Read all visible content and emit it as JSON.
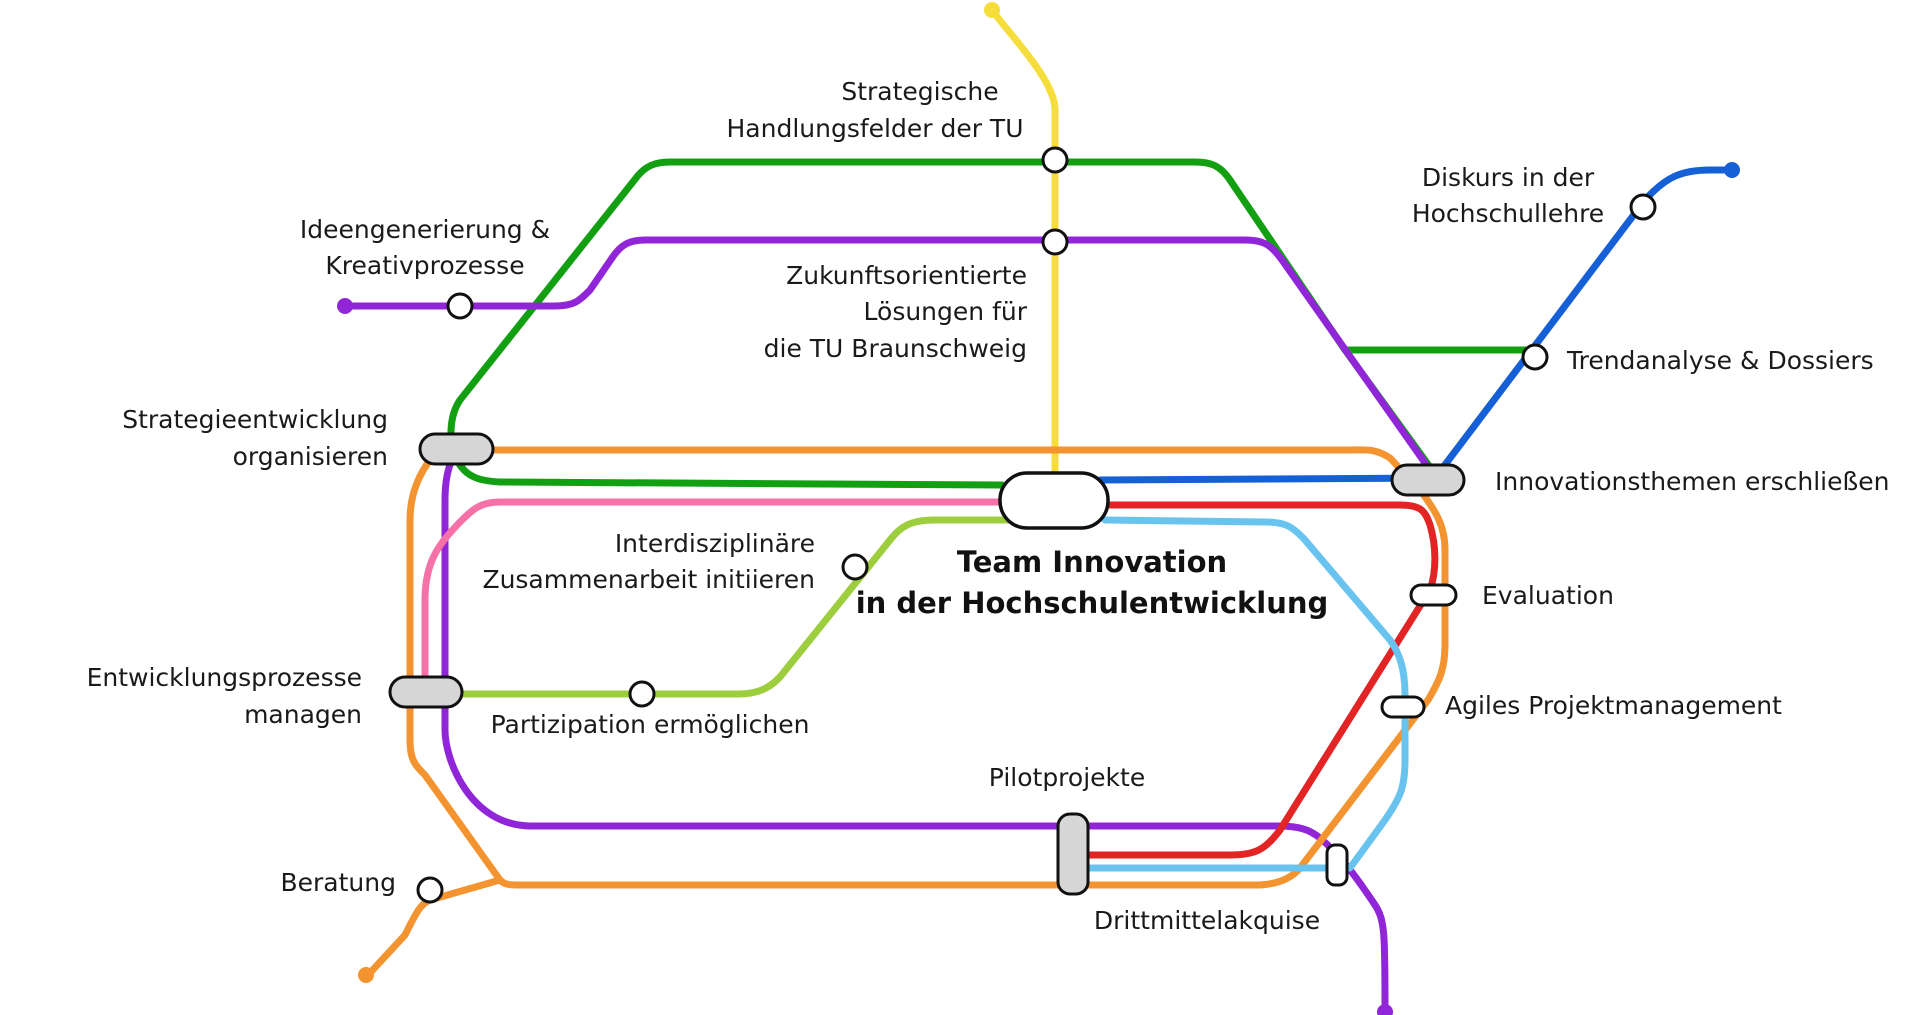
{
  "colors": {
    "green": "#12a012",
    "purple": "#9126d9",
    "yellow": "#f5dd3c",
    "blue": "#1560d6",
    "orange": "#f39430",
    "pink": "#f571a8",
    "lime": "#9cce3e",
    "red": "#e22424",
    "skyblue": "#69c3ef"
  },
  "center": {
    "line1": "Team Innovation",
    "line2": "in der Hochschulentwicklung"
  },
  "labels": {
    "strategische_1": "Strategische",
    "strategische_2": "Handlungsfelder der TU",
    "zukunft_1": "Zukunftsorientierte",
    "zukunft_2": "Lösungen für",
    "zukunft_3": "die TU Braunschweig",
    "ideen_1": "Ideengenerierung &",
    "ideen_2": "Kreativprozesse",
    "diskurs_1": "Diskurs in der",
    "diskurs_2": "Hochschullehre",
    "trend": "Trendanalyse &  Dossiers",
    "innovation": "Innovationsthemen erschließen",
    "strategie_1": "Strategieentwicklung",
    "strategie_2": "organisieren",
    "interdis_1": "Interdisziplinäre",
    "interdis_2": "Zusammenarbeit initiieren",
    "evaluation": "Evaluation",
    "entwicklung_1": "Entwicklungsprozesse",
    "entwicklung_2": "managen",
    "partizipation": "Partizipation ermöglichen",
    "agiles": "Agiles Projektmanagement",
    "pilot": "Pilotprojekte",
    "beratung": "Beratung",
    "drittmittel": "Drittmittelakquise"
  }
}
